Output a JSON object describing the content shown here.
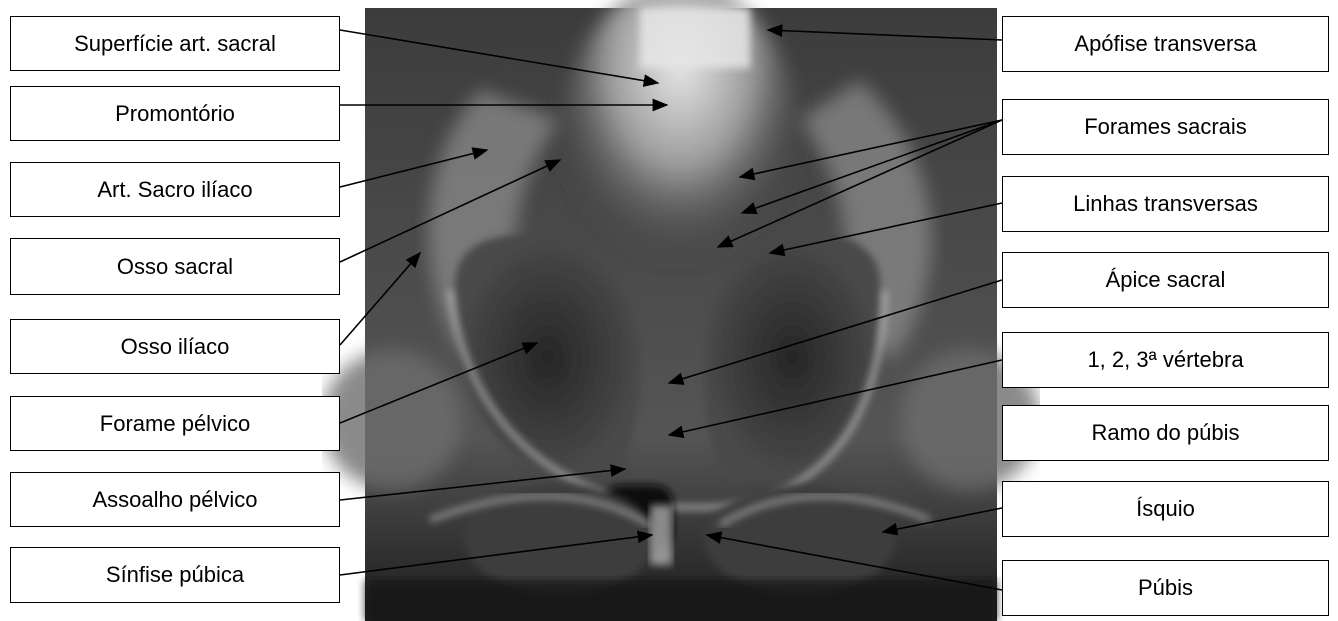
{
  "labels_left": [
    "Superfície art. sacral",
    "Promontório",
    "Art. Sacro ilíaco",
    "Osso sacral",
    "Osso ilíaco",
    "Forame pélvico",
    "Assoalho pélvico",
    "Sínfise púbica"
  ],
  "labels_right": [
    "Apófise transversa",
    "Forames sacrais",
    "Linhas transversas",
    "Ápice sacral",
    "1, 2, 3ª vértebra",
    "Ramo do púbis",
    "Ísquio",
    "Púbis"
  ],
  "image": {
    "description_icon": "pelvis-xray-image",
    "background_color": "#1a1a1a"
  }
}
